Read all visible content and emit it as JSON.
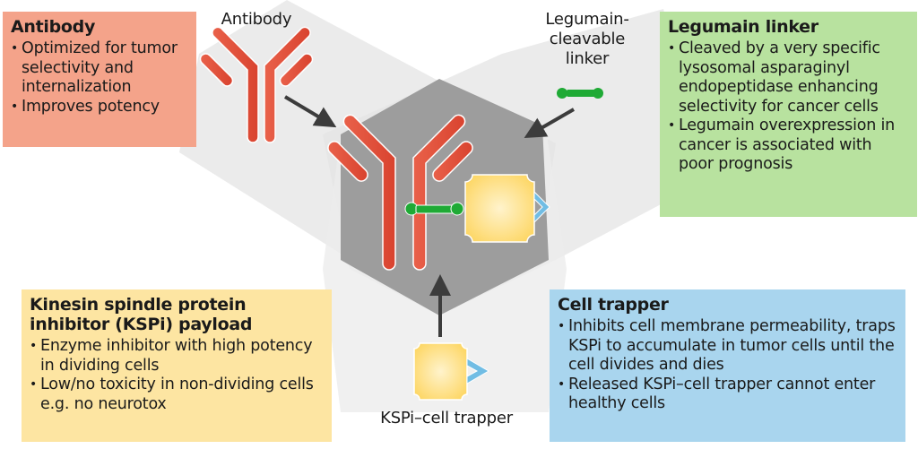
{
  "colors": {
    "antibody_box": "#f4a38a",
    "legumain_box": "#b8e29f",
    "kspi_box": "#fde5a2",
    "trapper_box": "#a9d5ee",
    "antibody_red": "#d9432f",
    "linker_green": "#1faa35",
    "payload_yellow": "#fdd767",
    "trapper_blue": "#71bde4",
    "arrow": "#3c3c3c",
    "shade_light": "#e6e6e6",
    "shade_dark": "#9a9a9a"
  },
  "boxes": {
    "antibody": {
      "title": "Antibody",
      "bullets": [
        "Optimized for tumor selectivity and internalization",
        "Improves potency"
      ]
    },
    "legumain": {
      "title": "Legumain linker",
      "bullets": [
        "Cleaved by a very specific lysosomal asparaginyl endopeptidase enhancing selectivity for cancer cells",
        "Legumain overexpression in cancer is associated with poor prognosis"
      ]
    },
    "kspi": {
      "title": "Kinesin spindle protein inhibitor (KSPi) payload",
      "bullets": [
        "Enzyme inhibitor with high potency in dividing cells",
        "Low/no toxicity in non-dividing cells e.g. no neurotox"
      ]
    },
    "trapper": {
      "title": "Cell trapper",
      "bullets": [
        "Inhibits cell membrane permeability, traps KSPi to accumulate in tumor cells until the cell divides and dies",
        "Released KSPi–cell trapper cannot enter healthy cells"
      ]
    }
  },
  "labels": {
    "antibody": "Antibody",
    "linker_line1": "Legumain-",
    "linker_line2": "cleavable",
    "linker_line3": "linker",
    "trapper": "KSPi–cell trapper"
  },
  "icons": {
    "antibody": "antibody-y-shape",
    "linker": "dumbbell-linker",
    "payload": "octagon-payload",
    "trapper": "chevron-trapper",
    "arrow": "arrow"
  }
}
